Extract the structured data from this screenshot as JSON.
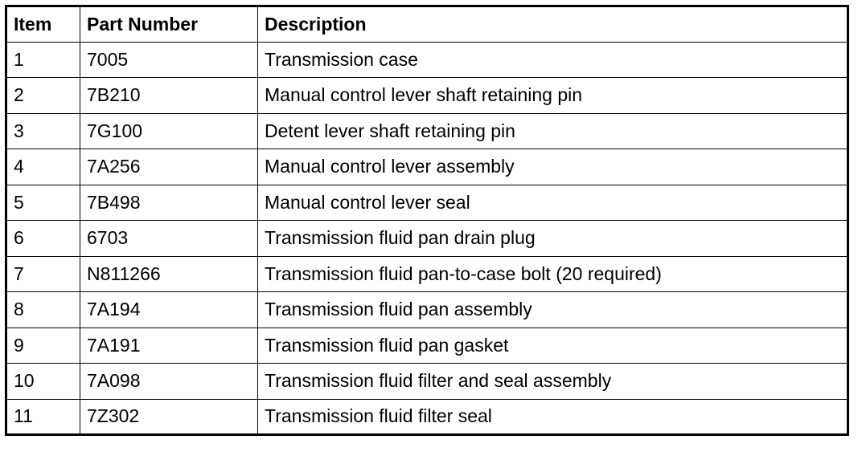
{
  "table": {
    "headers": {
      "item": "Item",
      "part_number": "Part Number",
      "description": "Description"
    },
    "rows": [
      {
        "item": "1",
        "part_number": "7005",
        "description": "Transmission case"
      },
      {
        "item": "2",
        "part_number": "7B210",
        "description": "Manual control lever shaft retaining pin"
      },
      {
        "item": "3",
        "part_number": "7G100",
        "description": "Detent lever shaft retaining pin"
      },
      {
        "item": "4",
        "part_number": "7A256",
        "description": "Manual control lever assembly"
      },
      {
        "item": "5",
        "part_number": "7B498",
        "description": "Manual control lever seal"
      },
      {
        "item": "6",
        "part_number": "6703",
        "description": "Transmission fluid pan drain plug"
      },
      {
        "item": "7",
        "part_number": "N811266",
        "description": "Transmission fluid pan-to-case bolt (20 required)"
      },
      {
        "item": "8",
        "part_number": "7A194",
        "description": "Transmission fluid pan assembly"
      },
      {
        "item": "9",
        "part_number": "7A191",
        "description": "Transmission fluid pan gasket"
      },
      {
        "item": "10",
        "part_number": "7A098",
        "description": "Transmission fluid filter and seal assembly"
      },
      {
        "item": "11",
        "part_number": "7Z302",
        "description": "Transmission fluid filter seal"
      }
    ]
  }
}
